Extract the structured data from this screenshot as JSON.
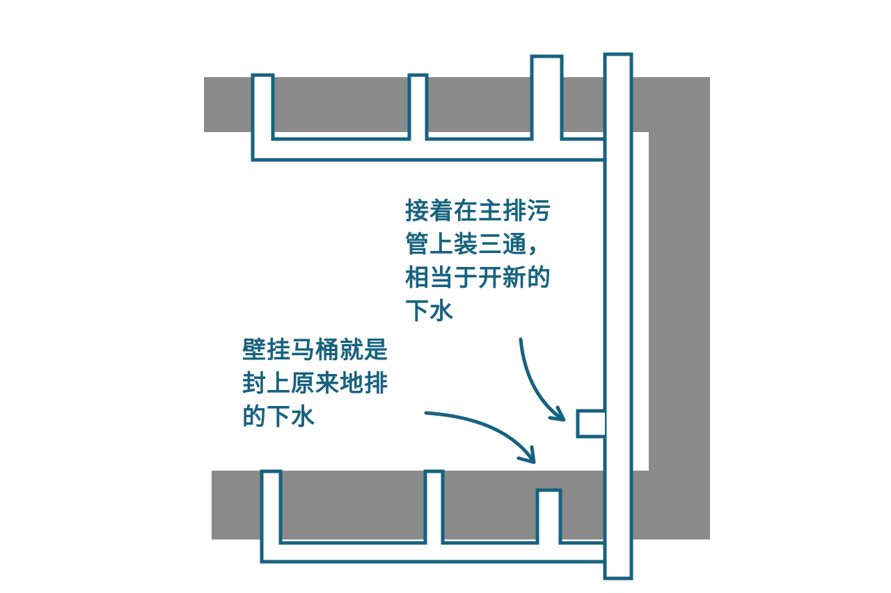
{
  "colors": {
    "wall": "#8a8a8a",
    "pipe": "#17627f",
    "text": "#17627f",
    "background": "#ffffff"
  },
  "annotations": {
    "tee_note": {
      "lines": [
        "接着在主排污",
        "管上装三通，",
        "相当于开新的",
        "下水"
      ]
    },
    "wall_toilet_note": {
      "lines": [
        "壁挂马桶就是",
        "封上原来地排",
        "的下水"
      ]
    }
  }
}
